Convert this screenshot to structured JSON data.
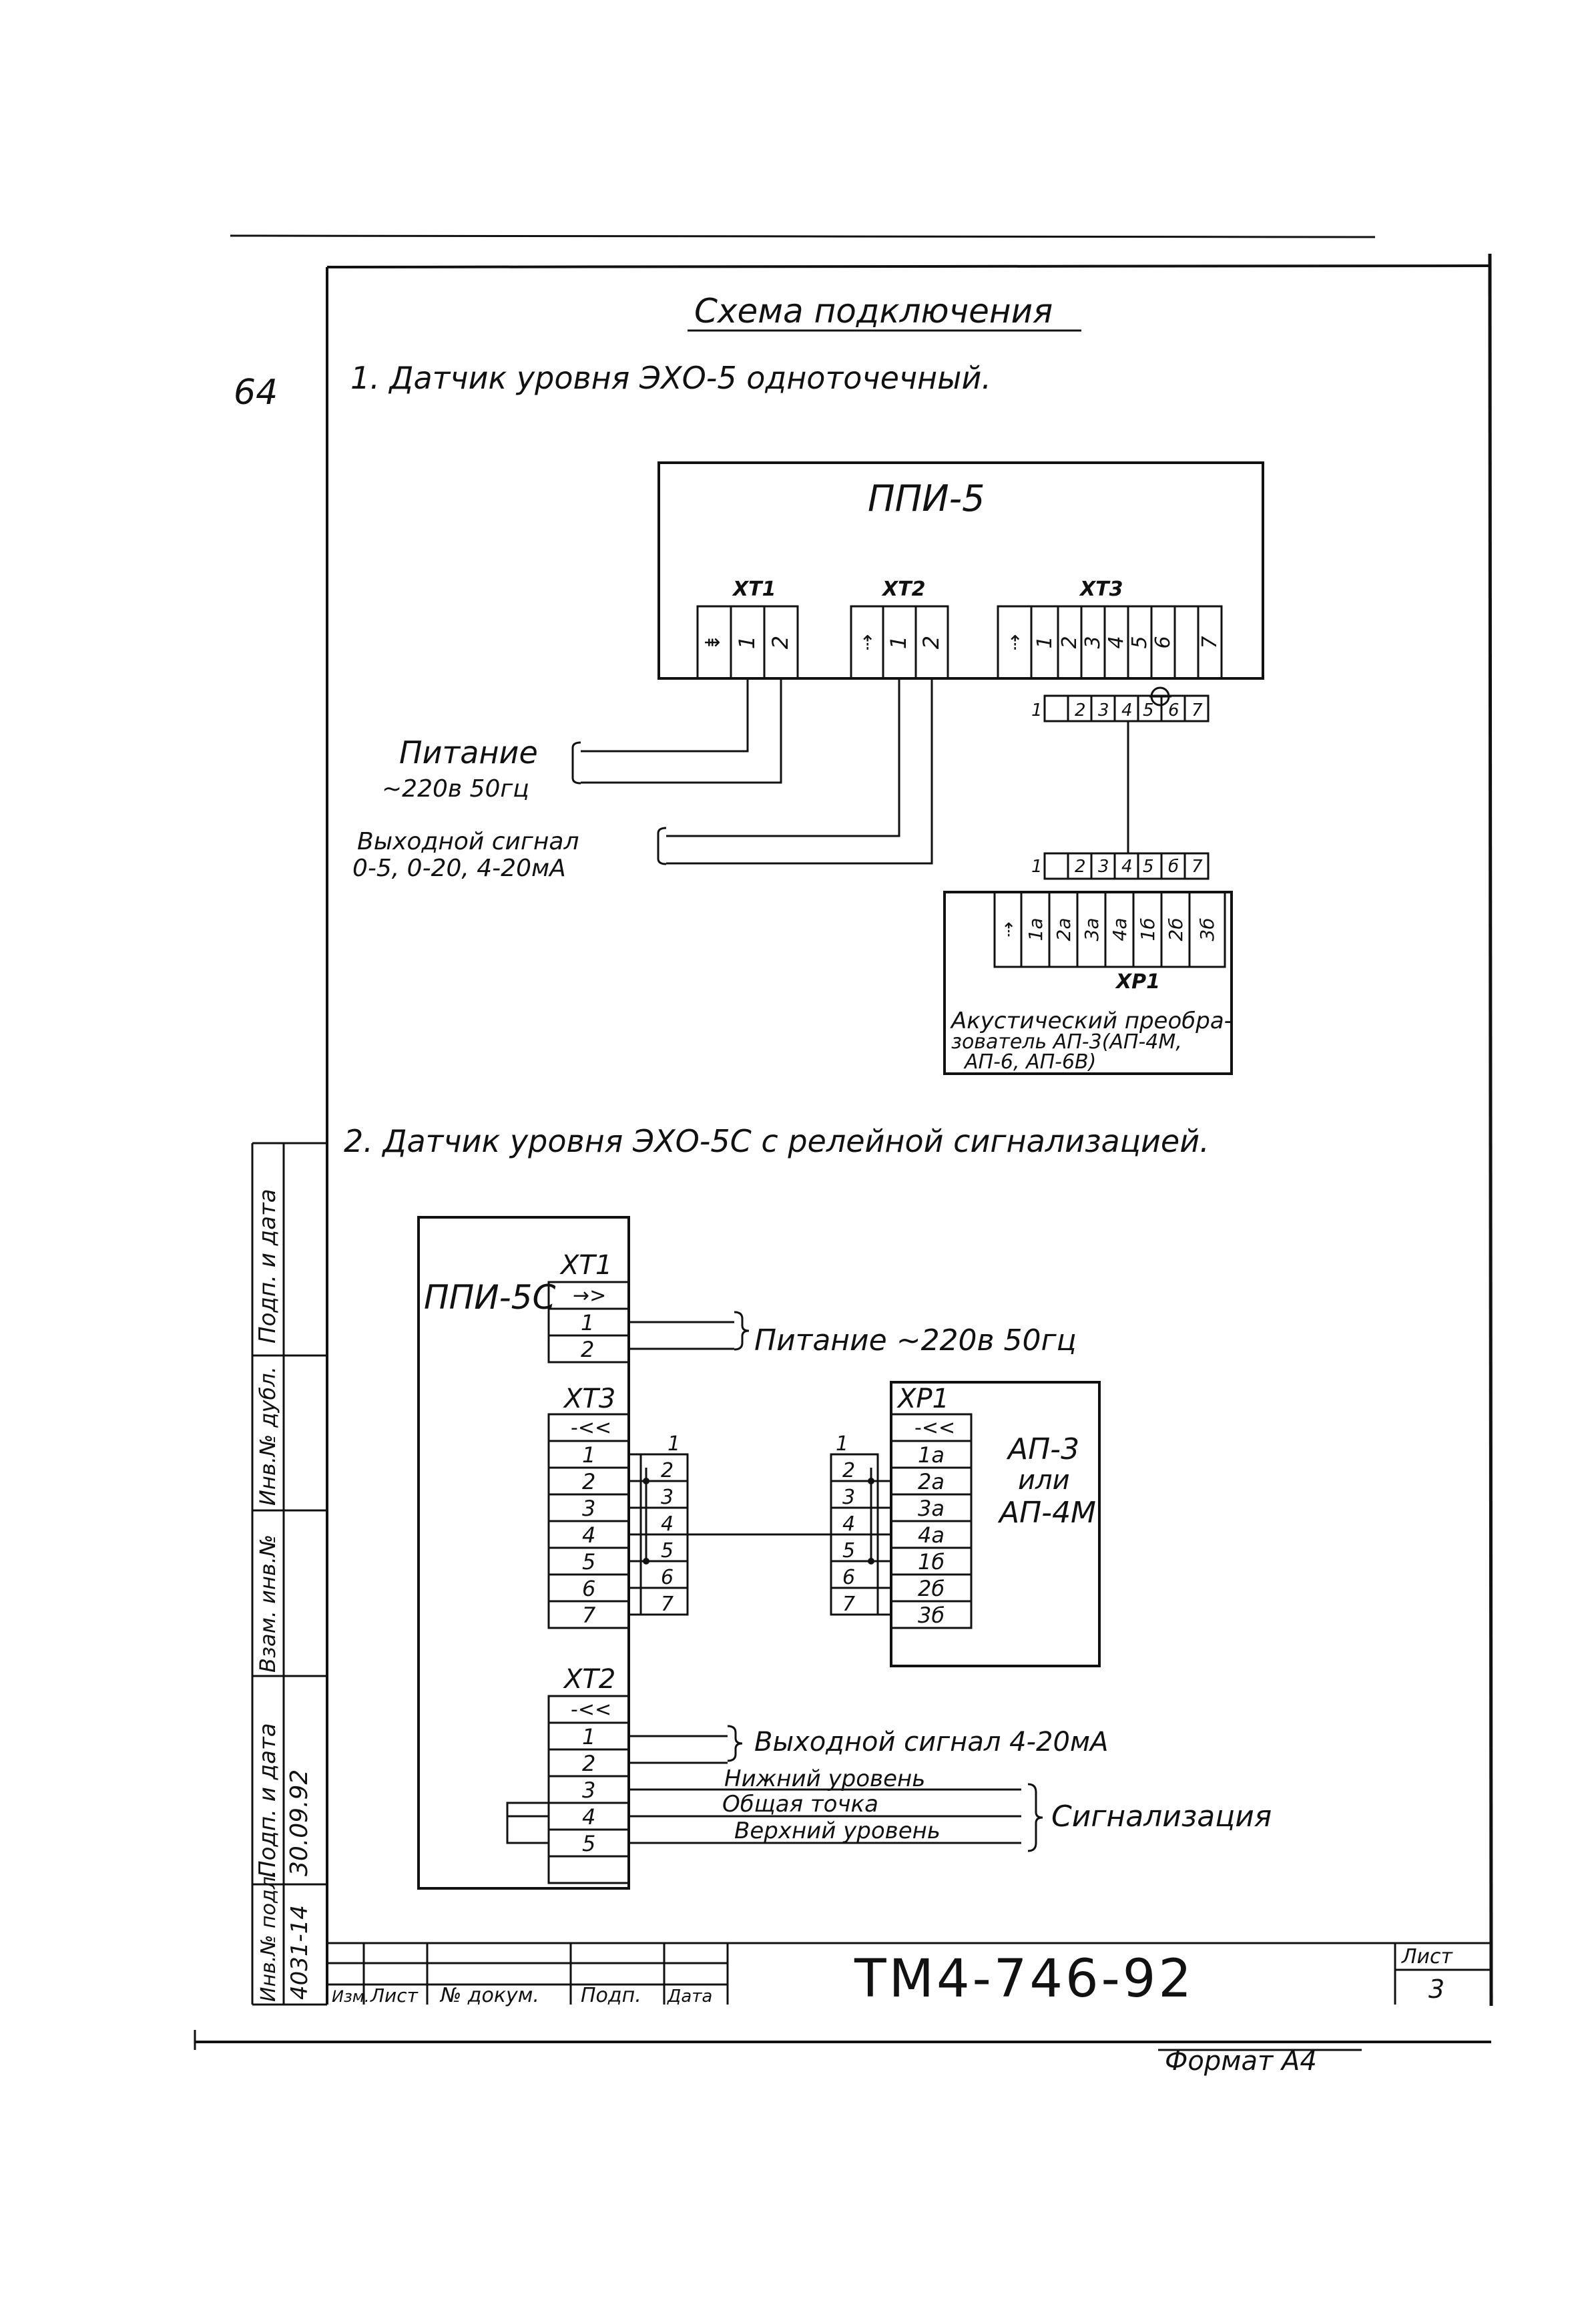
{
  "sheet": {
    "margin_note": "64",
    "title": "Схема подключения",
    "format_label": "Формат А4"
  },
  "section1": {
    "heading": "1. Датчик уровня ЭХО-5 одноточечный.",
    "device": "ППИ-5",
    "connectors": {
      "xt1": {
        "label": "XT1",
        "pins": [
          "⇟",
          "1",
          "2"
        ]
      },
      "xt2": {
        "label": "XT2",
        "pins": [
          "⇢",
          "1",
          "2"
        ]
      },
      "xt3": {
        "label": "XT3",
        "pins": [
          "⇢",
          "1",
          "2",
          "3",
          "4",
          "5",
          "6",
          "7"
        ]
      }
    },
    "cable_upper_pins": [
      "1",
      "2",
      "3",
      "4",
      "5",
      "6",
      "7"
    ],
    "cable_lower_pins": [
      "1",
      "2",
      "3",
      "4",
      "5",
      "б",
      "7"
    ],
    "xp1": {
      "label": "XP1",
      "pins": [
        "⇢",
        "1а",
        "2а",
        "3а",
        "4а",
        "1б",
        "2б",
        "3б"
      ]
    },
    "power_label": "Питание",
    "power_value": "~220в 50гц",
    "signal_label": "Выходной сигнал",
    "signal_value": "0-5, 0-20, 4-20мА",
    "transducer_caption": [
      "Акустический преобра-",
      "зователь АП-3(АП-4М,",
      "АП-6, АП-6В)"
    ]
  },
  "section2": {
    "heading": "2. Датчик уровня ЭХО-5С с релейной сигнализацией.",
    "device": "ППИ-5С",
    "xt1": {
      "label": "XT1",
      "pins": [
        "→>",
        "1",
        "2"
      ]
    },
    "xt3": {
      "label": "XT3",
      "pins": [
        "-<<",
        "1",
        "2",
        "3",
        "4",
        "5",
        "6",
        "7"
      ]
    },
    "xt2": {
      "label": "XT2",
      "pins": [
        "-<<",
        "1",
        "2",
        "3",
        "4",
        "5"
      ]
    },
    "cable_left_pins": [
      "1",
      "2",
      "3",
      "4",
      "5",
      "6",
      "7"
    ],
    "cable_right_pins": [
      "1",
      "2",
      "3",
      "4",
      "5",
      "6",
      "7"
    ],
    "xp1": {
      "label": "XP1",
      "pins": [
        "-<<",
        "1а",
        "2а",
        "3а",
        "4а",
        "1б",
        "2б",
        "3б"
      ]
    },
    "transducer": [
      "АП-3",
      "или",
      "АП-4М"
    ],
    "power_label": "Питание ~220в 50гц",
    "output_label": "Выходной сигнал 4-20мА",
    "low_level": "Нижний уровень",
    "common_point": "Общая точка",
    "high_level": "Верхний уровень",
    "alarm_label": "Сигнализация"
  },
  "side_stamp": {
    "labels": [
      "Подп. и дата",
      "Инв.№ дубл.",
      "Взам. инв.№",
      "Подп. и дата",
      "Инв.№ подл."
    ],
    "handwritten_date": "30.09.92",
    "handwritten_inv": "4031-14"
  },
  "title_block": {
    "headers": [
      "Изм.",
      "Лист",
      "№ докум.",
      "Подп.",
      "Дата"
    ],
    "designation": "ТМ4-746-92",
    "sheet_label": "Лист",
    "sheet_number": "3"
  }
}
